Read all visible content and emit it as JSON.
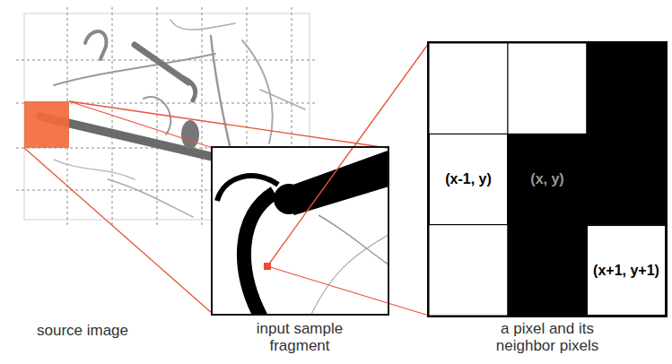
{
  "diagram": {
    "nodes": [
      {
        "text": [
          "source image"
        ]
      },
      {
        "text": [
          "input sample fragment"
        ]
      },
      {
        "text": [
          "a pixel and its neighbor pixels"
        ]
      },
      {
        "text": [
          "(x-1, y)"
        ],
        "in": 2
      },
      {
        "text": [
          "(x, y)"
        ],
        "in": 2
      },
      {
        "text": [
          "(x+1, y+1)"
        ],
        "in": 2
      }
    ],
    "edges": [
      {
        "from": 0,
        "to": 1,
        "arrow": "none"
      },
      {
        "from": 1,
        "to": 2,
        "arrow": "none"
      }
    ]
  }
}
